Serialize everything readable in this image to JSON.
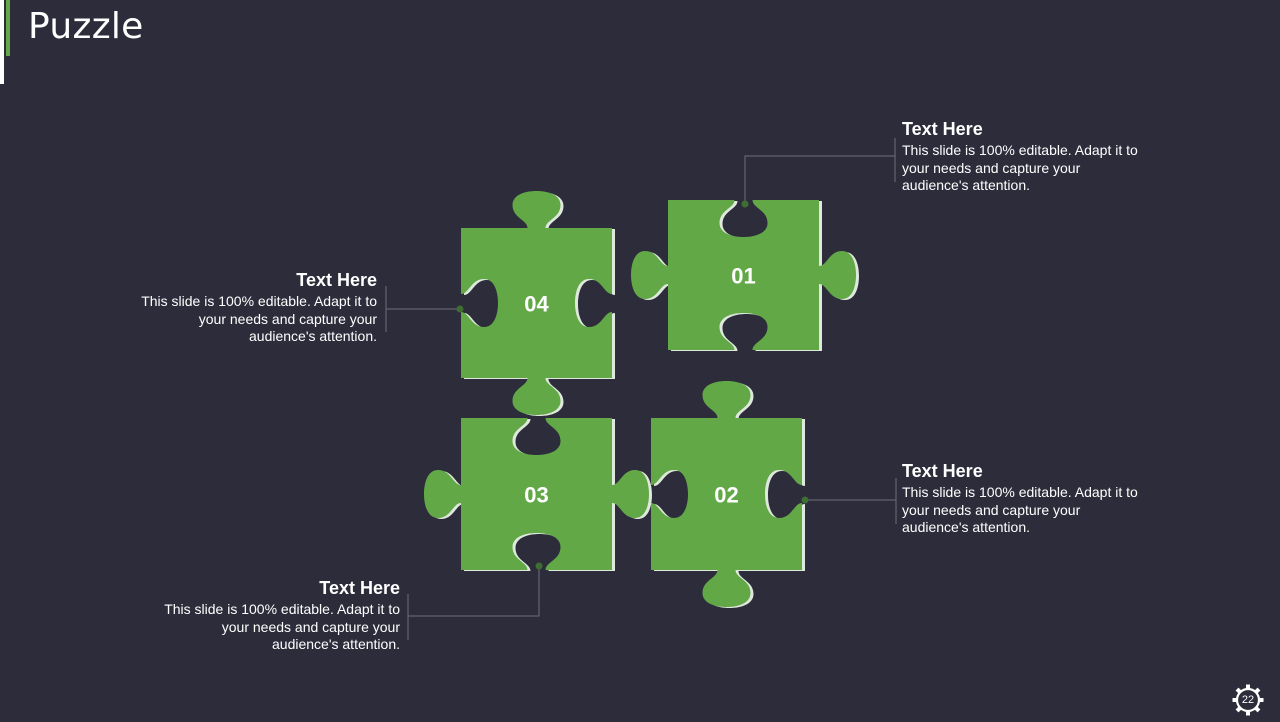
{
  "slide": {
    "title": "Puzzle",
    "page_number": "22",
    "colors": {
      "background": "#2d2c3b",
      "piece_fill": "#62a847",
      "piece_edge": "#dfe8dc",
      "leader_line": "#6f6f7a",
      "leader_dot": "#3e6e32"
    }
  },
  "pieces": [
    {
      "number": "01"
    },
    {
      "number": "02"
    },
    {
      "number": "03"
    },
    {
      "number": "04"
    }
  ],
  "callouts": [
    {
      "heading": "Text Here",
      "body": "This slide is 100% editable. Adapt it to your needs and capture your audience's attention."
    },
    {
      "heading": "Text Here",
      "body": "This slide is 100% editable. Adapt it to your needs and capture your audience's attention."
    },
    {
      "heading": "Text Here",
      "body": "This slide is 100% editable. Adapt it to your needs and capture your audience's attention."
    },
    {
      "heading": "Text Here",
      "body": "This slide is 100% editable. Adapt it to your needs and capture your audience's attention."
    }
  ]
}
